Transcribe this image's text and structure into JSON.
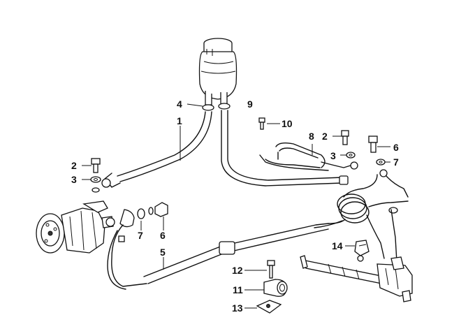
{
  "callouts": {
    "c1": "1",
    "c2_left": "2",
    "c3_left": "3",
    "c4": "4",
    "c5": "5",
    "c6_left": "6",
    "c7_left": "7",
    "c9": "9",
    "c10": "10",
    "c8": "8",
    "c2_right": "2",
    "c3_right": "3",
    "c6_right": "6",
    "c7_right": "7",
    "c14": "14",
    "c12": "12",
    "c11": "11",
    "c13": "13"
  }
}
